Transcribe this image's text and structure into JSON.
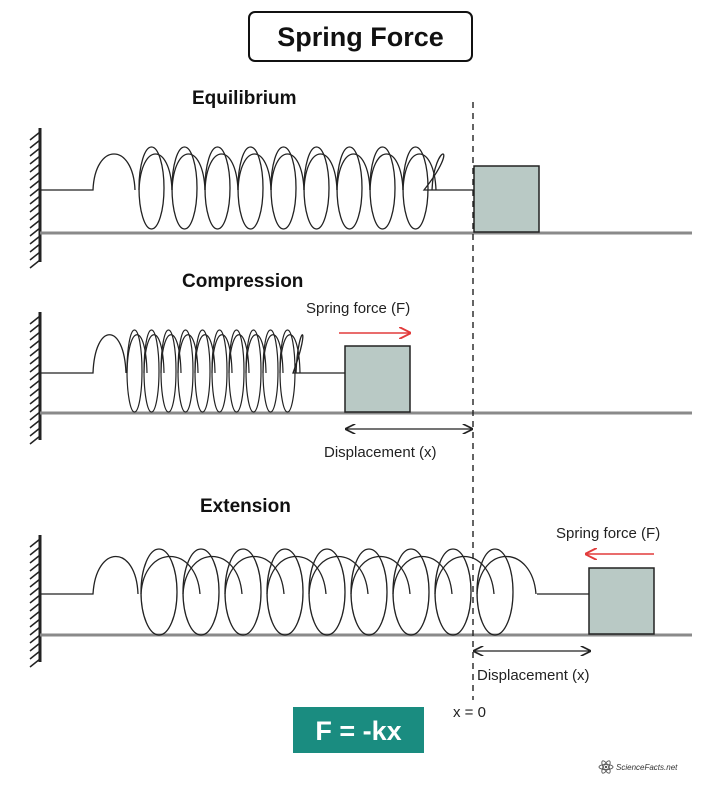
{
  "title": "Spring Force",
  "sections": {
    "equilibrium": "Equilibrium",
    "compression": "Compression",
    "extension": "Extension"
  },
  "labels": {
    "spring_force_compression": "Spring force (F)",
    "spring_force_extension": "Spring force (F)",
    "displacement_compression": "Displacement (x)",
    "displacement_extension": "Displacement (x)",
    "origin": "x = 0"
  },
  "formula": "F = -kx",
  "brand": "ScienceFacts.net",
  "colors": {
    "block_fill": "#b9c9c5",
    "formula_bg": "#1a8c80",
    "force_arrow": "#e23b3b",
    "line": "#222222",
    "floor": "#8a8a8a"
  }
}
